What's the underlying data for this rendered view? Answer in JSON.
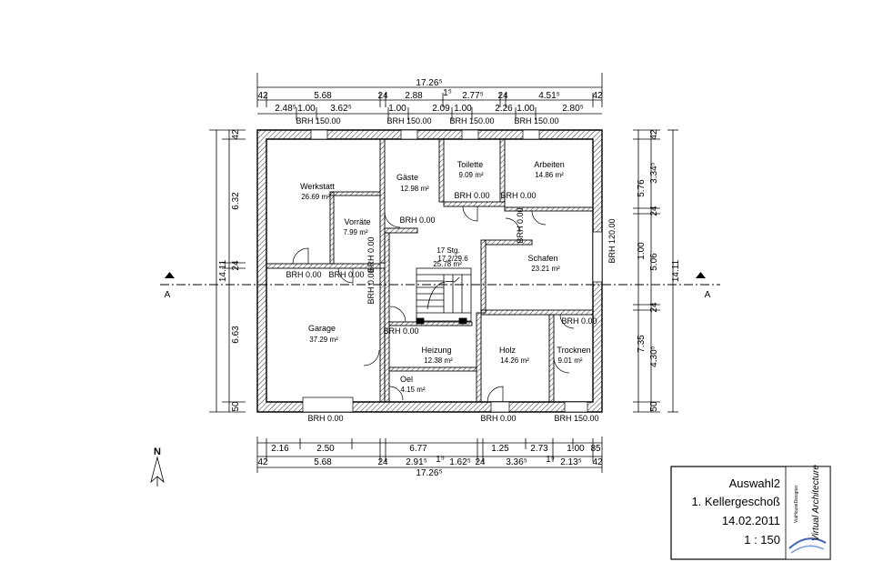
{
  "dimensions": {
    "top_total": "17.26⁵",
    "top_row": [
      "42",
      "5.68",
      "24",
      "2.88",
      "1⁵",
      "2.77⁵",
      "24",
      "4.51⁵",
      "42"
    ],
    "top_row2": [
      "2.48⁵",
      "1.00",
      "3.62⁵",
      "1.00",
      "2.09",
      "1.00",
      "2.26",
      "1.00",
      "2.80⁵"
    ],
    "bottom_row1": [
      "2.16",
      "2.50",
      "6.77",
      "1.25",
      "2.73",
      "1.00",
      "85"
    ],
    "bottom_row2": [
      "42",
      "5.68",
      "24",
      "2.91⁵",
      "1⁵",
      "1.62⁵",
      "24",
      "3.36⁵",
      "1⁵",
      "2.13⁵",
      "42"
    ],
    "bottom_total": "17.26⁵",
    "left_col": [
      "42",
      "6.32",
      "24",
      "6.63",
      "50"
    ],
    "left_total": "14.11",
    "right_col1": [
      "42",
      "3.34⁵",
      "24",
      "1.00",
      "24",
      "4.30⁵",
      "50"
    ],
    "right_col2": [
      "5.76",
      "5.06",
      "7.35"
    ],
    "right_total": "14.11"
  },
  "brh_labels": {
    "top": [
      "BRH 150.00",
      "BRH 150.00",
      "BRH 150.00",
      "BRH 150.00"
    ],
    "interior": [
      "BRH 0.00",
      "BRH 0.00",
      "BRH 0.00",
      "BRH 0.00",
      "BRH 0.00",
      "BRH 0.00",
      "BRH 0.00",
      "BRH 0.00",
      "BRH 0.00",
      "BRH 0.00"
    ],
    "right": "BRH 120.00",
    "bottom": [
      "BRH 0.00",
      "BRH 0.00",
      "BRH 150.00"
    ]
  },
  "rooms": [
    {
      "name": "Werkstatt",
      "area": "26.69 m²"
    },
    {
      "name": "Gäste",
      "area": "12.98 m²"
    },
    {
      "name": "Toilette",
      "area": "9.09 m²"
    },
    {
      "name": "Arbeiten",
      "area": "14.86 m²"
    },
    {
      "name": "Vorräte",
      "area": "7.99 m²"
    },
    {
      "name": "17 Stg.",
      "area": "17.2/29.6"
    },
    {
      "name": "",
      "area": "25.78 m²"
    },
    {
      "name": "Schafen",
      "area": "23.21 m²"
    },
    {
      "name": "Garage",
      "area": "37.29 m²"
    },
    {
      "name": "Heizung",
      "area": "12.38 m²"
    },
    {
      "name": "Holz",
      "area": "14.26 m²"
    },
    {
      "name": "Trocknen",
      "area": "9.01 m²"
    },
    {
      "name": "Oel",
      "area": "4.15 m²"
    }
  ],
  "section": {
    "left": "A",
    "right": "A"
  },
  "north": "N",
  "title_block": {
    "line1": "Auswahl2",
    "line2": "1. Kellergeschoß",
    "line3": "14.02.2011",
    "line4": "1 : 150",
    "logo_text": "Virtual Architecture",
    "logo_small": "ViaHouseDesigner"
  }
}
